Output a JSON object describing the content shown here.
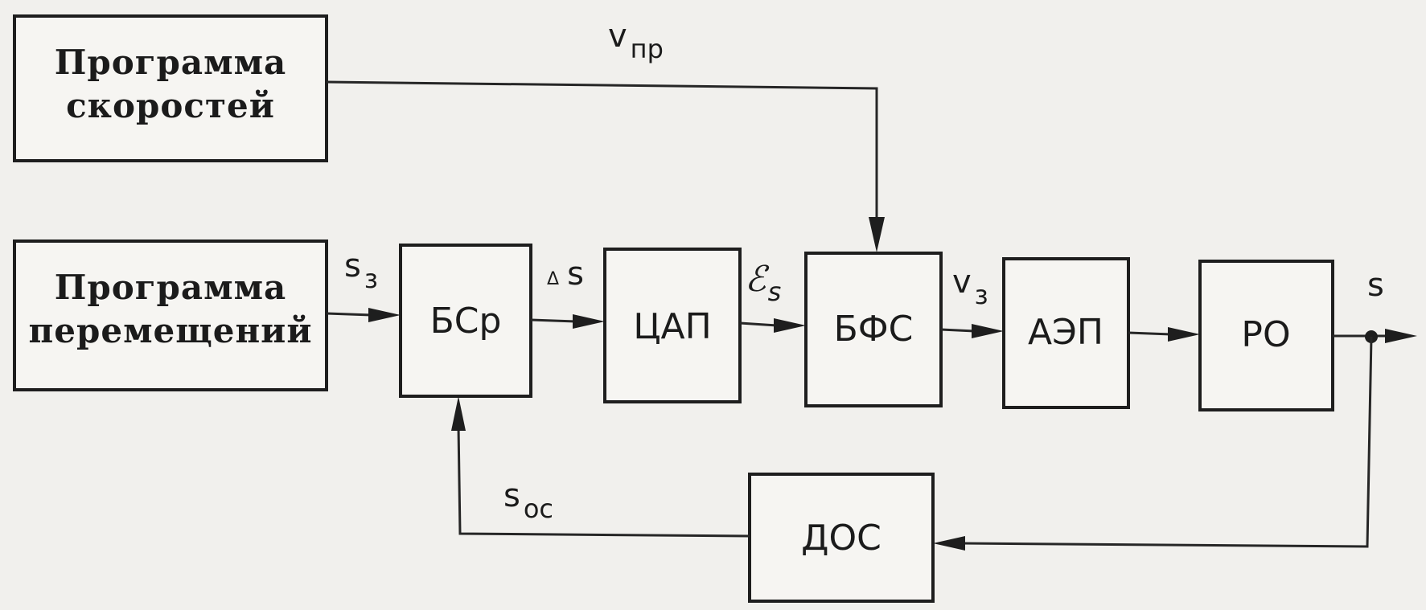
{
  "blocks": {
    "speed_program": {
      "line1": "Программа",
      "line2": "скоростей"
    },
    "move_program": {
      "line1": "Программа",
      "line2": "перемещений"
    },
    "bsr": "БСр",
    "dac": "ЦАП",
    "bfs": "БФС",
    "aep": "АЭП",
    "ro": "РО",
    "dos": "ДОС"
  },
  "signals": {
    "v_pr": {
      "main": "v",
      "sub": "пр"
    },
    "s_z": {
      "main": "s",
      "sub": "з"
    },
    "delta_s": {
      "delta": "Δ",
      "main": "s"
    },
    "eps_s": {
      "main": "ℰ",
      "sub": "s"
    },
    "v_z": {
      "main": "v",
      "sub": "з"
    },
    "s_out": {
      "main": "s"
    },
    "s_oc": {
      "main": "s",
      "sub": "ос"
    }
  }
}
